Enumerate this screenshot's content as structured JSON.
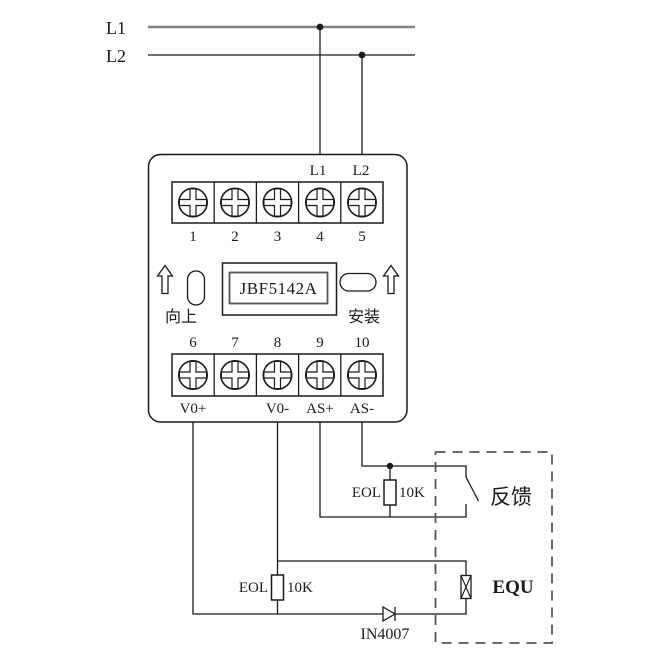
{
  "power": {
    "l1": "L1",
    "l2": "L2"
  },
  "module": {
    "model": "JBF5142A",
    "up_label": "向上",
    "install_label": "安装",
    "top_labels": {
      "t4": "L1",
      "t5": "L2"
    },
    "top_numbers": [
      "1",
      "2",
      "3",
      "4",
      "5"
    ],
    "bottom_numbers": [
      "6",
      "7",
      "8",
      "9",
      "10"
    ],
    "bottom_labels": {
      "t6": "V0+",
      "t8": "V0-",
      "t9": "AS+",
      "t10": "AS-"
    }
  },
  "circuit": {
    "eol_feedback": {
      "label": "EOL",
      "value": "10K"
    },
    "eol_output": {
      "label": "EOL",
      "value": "10K"
    },
    "diode_label": "IN4007",
    "feedback_label": "反馈",
    "equipment_label": "EQU"
  },
  "colors": {
    "wire": "#1a1a1a",
    "l1_line": "#808080",
    "dashed_box": "#555555"
  }
}
